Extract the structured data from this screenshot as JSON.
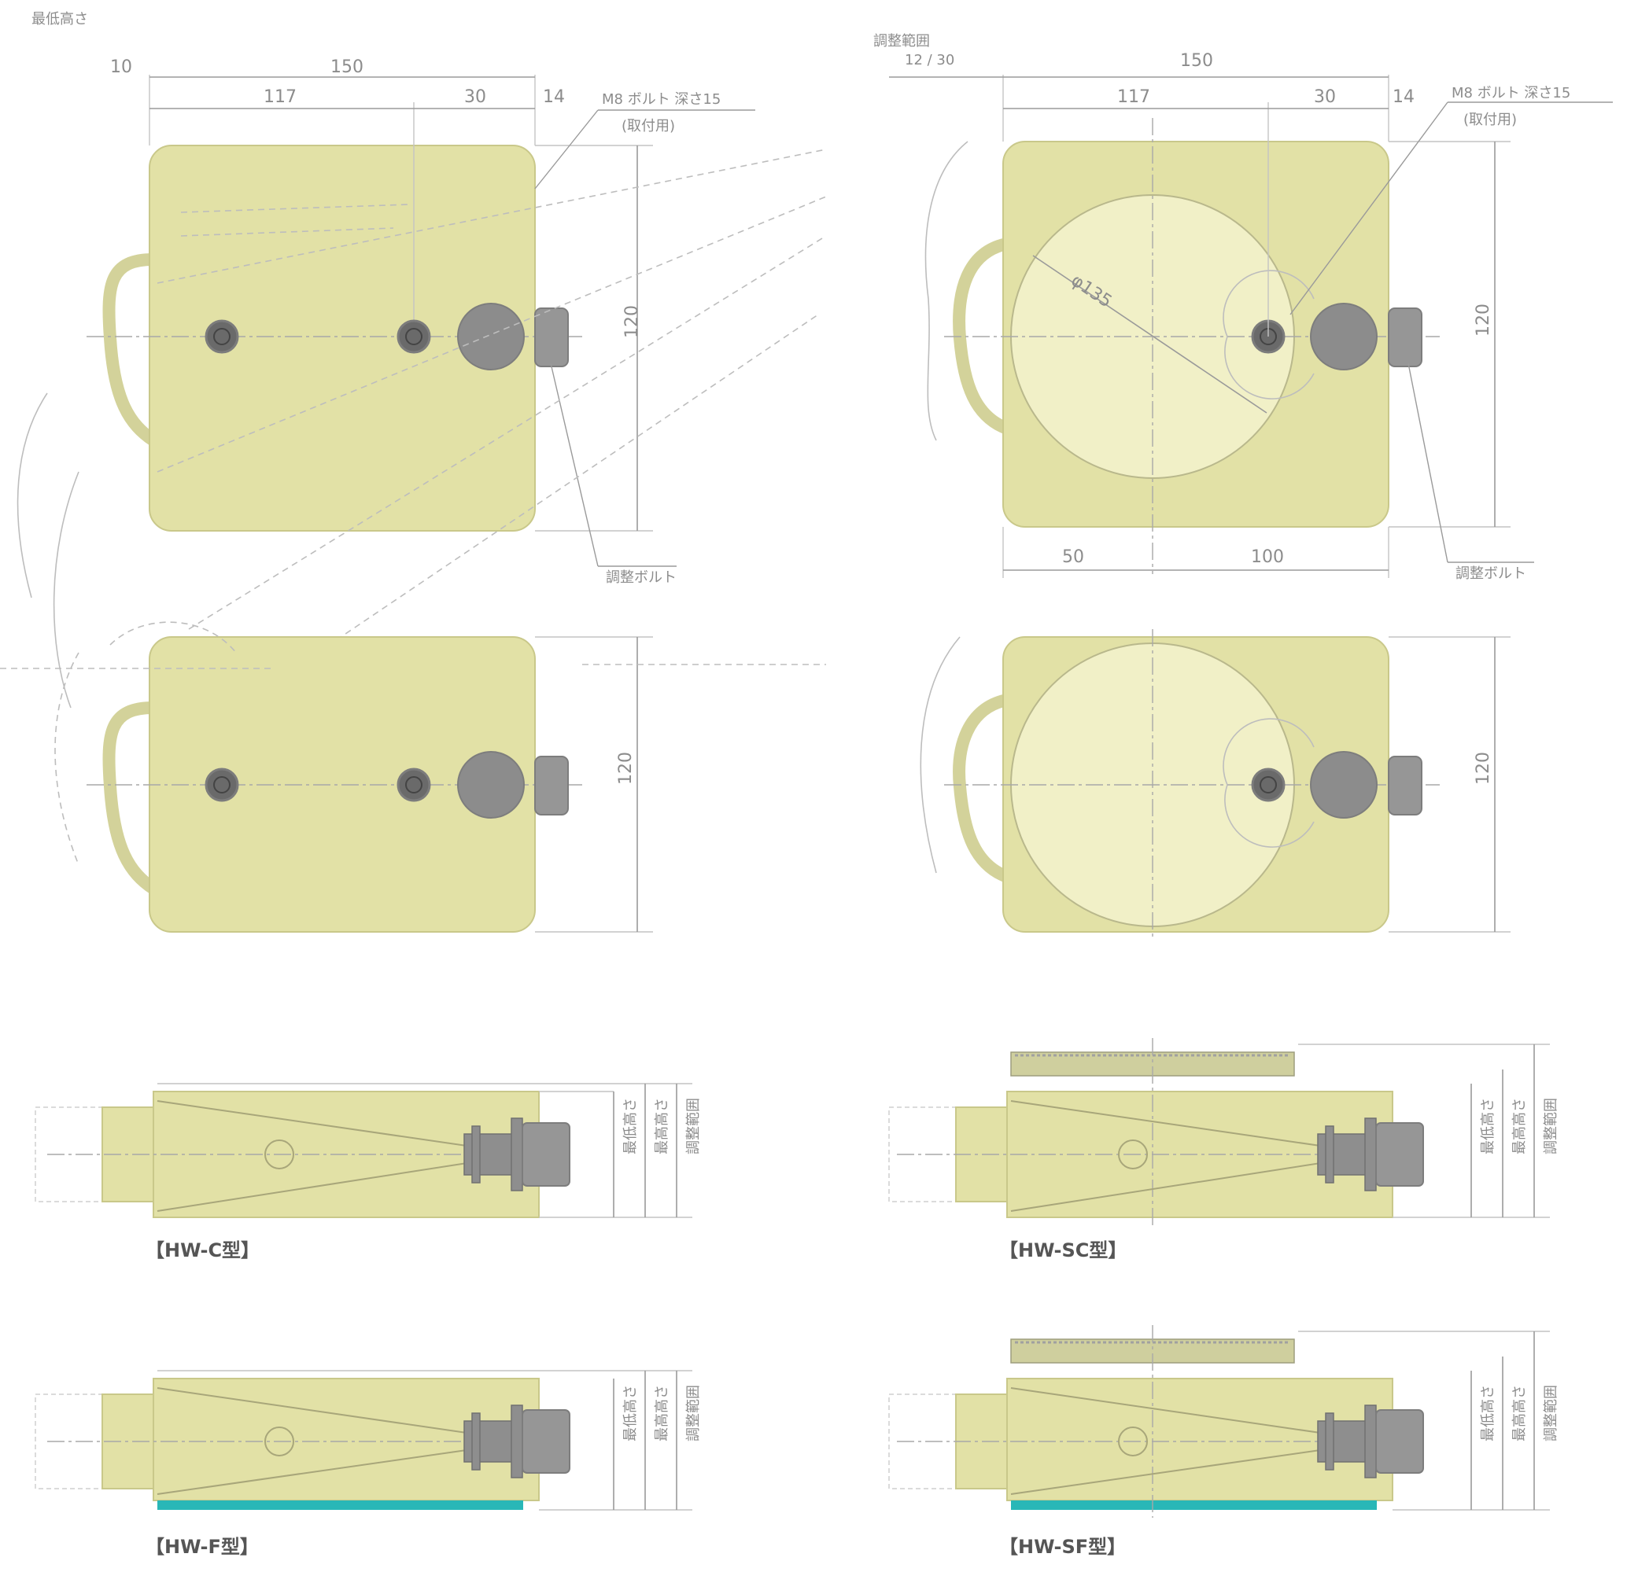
{
  "top_left": {
    "dims": {
      "d150": "150",
      "d117": "117",
      "d30": "30",
      "d14": "14",
      "d120": "120",
      "d10": "10"
    },
    "note_left": "最低高さ",
    "callout_bolt": "M8 ボルト 深さ15",
    "callout_thread": "(取付用)",
    "callout_knob": "調整ボルト"
  },
  "top_right": {
    "dims": {
      "d150": "150",
      "d117": "117",
      "d30": "30",
      "d14": "14",
      "d120": "120",
      "d50": "50",
      "d100": "100",
      "dia": "φ135",
      "d1234": "12 / 30"
    },
    "note_left": "調整範囲",
    "callout_bolt": "M8 ボルト 深さ15",
    "callout_thread": "(取付用)",
    "callout_knob": "調整ボルト"
  },
  "mid_left": {
    "dims": {
      "d120": "120"
    }
  },
  "mid_right": {
    "dims": {
      "d120": "120"
    }
  },
  "side_views": [
    {
      "caption": "【HW-C型】",
      "dims": [
        "最低高さ",
        "最高高さ",
        "調整範囲"
      ]
    },
    {
      "caption": "【HW-SC型】",
      "dims": [
        "最低高さ",
        "最高高さ",
        "調整範囲"
      ]
    },
    {
      "caption": "【HW-F型】",
      "dims": [
        "最低高さ",
        "最高高さ",
        "調整範囲"
      ]
    },
    {
      "caption": "【HW-SF型】",
      "dims": [
        "最低高さ",
        "最高高さ",
        "調整範囲"
      ]
    }
  ]
}
